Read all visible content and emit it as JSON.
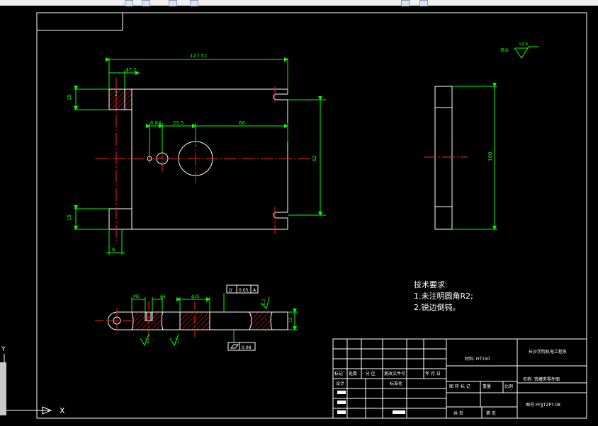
{
  "drawing": {
    "dimensions": {
      "overall_width": "127.51",
      "hole_dia": "ϕ7.2",
      "left_top": "15",
      "left_bottom": "15",
      "bottom_left": "6",
      "small_left": "6.84",
      "mid_span": "25.5",
      "right_span": "66",
      "height": "82",
      "side_height": "100",
      "sec_m5": "M5",
      "sec_dia6": "ϕ6",
      "sec_dia25": "ϕ25",
      "sec_thick": "12"
    },
    "tolerances": {
      "parallelism_symbol": "//",
      "parallelism_value": "0.05",
      "parallelism_datum": "A",
      "flatness_value": "0.08"
    },
    "roughness": {
      "label": "其余:",
      "value": "12.5",
      "sec_value_1": "3.2",
      "sec_value_2": "1.6",
      "sec_value_3": "1.6"
    },
    "notes": {
      "title": "技术要求:",
      "line1": "1.未注明圆角R2;",
      "line2": "2.锐边倒钝。"
    }
  },
  "title_block": {
    "material": "材料:   HT150",
    "org": "长沙学院机电工程系",
    "name": "名称:   铣槽夹零件图",
    "drawing_no": "图号:YFJJTZPT-08",
    "h_mark": "标记",
    "h_count": "处数",
    "h_zone": "分  区",
    "h_docno": "更改文件号",
    "h_date": "年  月  日",
    "h_design": "设计",
    "h_std": "标准化",
    "h_stage": "图 样 标 记",
    "h_weight": "重量",
    "h_scale": "比例",
    "h_sheet1": "共   页",
    "h_sheet2": "第   页"
  },
  "ucs": {
    "x_label": "X",
    "y_label": "Y"
  },
  "colors": {
    "background": "#000000",
    "outline": "#ffffff",
    "dimension": "#00ff00",
    "centerline": "#ff0000",
    "hatch": "#ff0000",
    "annotation": "#ffffff"
  }
}
